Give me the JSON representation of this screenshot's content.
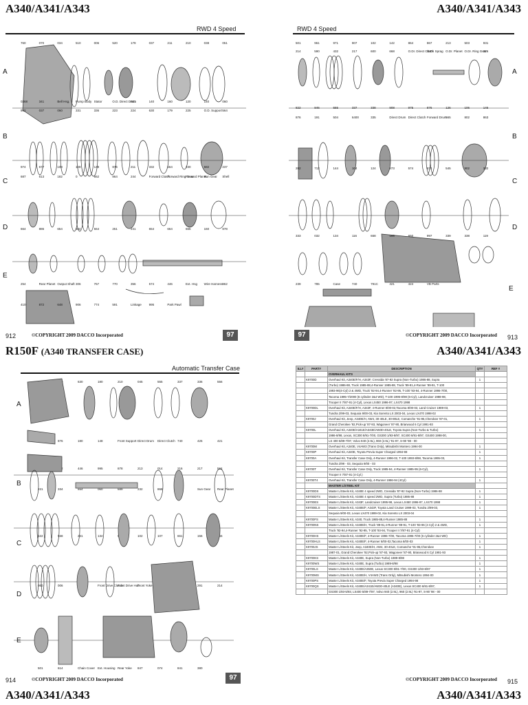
{
  "headers": {
    "left_top": "A340/A341/A343",
    "right_top": "A340/A341/A343",
    "left_mid": "R150F",
    "left_mid_sub": "(A340 TRANSFER CASE)",
    "right_mid": "A340/A341/A343",
    "left_bottom": "A340/A341/A343",
    "right_bottom": "A340/A341/A343"
  },
  "panels": {
    "top_left_title": "RWD 4 Speed",
    "top_right_title": "RWD 4 Speed",
    "bottom_left_title": "Automatic Transfer Case"
  },
  "rows_top_left": [
    "A",
    "B",
    "C",
    "D",
    "E"
  ],
  "rows_top_right": [
    "A",
    "B",
    "C",
    "D",
    "E"
  ],
  "rows_bottom_left": [
    "A",
    "B",
    "C",
    "D",
    "E"
  ],
  "part_labels": {
    "top_left": [
      "760",
      "070",
      "034",
      "510",
      "006",
      "520",
      "179",
      "037",
      "211",
      "210",
      "038",
      "051",
      "0368",
      "341",
      "Bell Hsg.",
      "Pump Body",
      "Stator",
      "O.D. Direct Drum",
      "801",
      "140",
      "160",
      "120",
      "140",
      "060",
      "562",
      "037",
      "060",
      "331",
      "336",
      "223",
      "224",
      "630",
      "179",
      "225",
      "O.D. Support",
      "564",
      "974",
      "677",
      "108",
      "128",
      "148",
      "876",
      "211",
      "332",
      "564",
      "230",
      "582",
      "237",
      "687",
      "613",
      "182",
      "0",
      "562",
      "864",
      "244",
      "Forward Clutch",
      "Forward Ring Gear",
      "Forward Planet",
      "Sun Gear",
      "Shell",
      "664",
      "886",
      "654",
      "664",
      "564",
      "251",
      "241",
      "654",
      "664",
      "665",
      "160",
      "878",
      "254",
      "Rear Planet",
      "Output Shaft",
      "306",
      "767",
      "770",
      "356",
      "574",
      "446",
      "Ext. Hsg",
      "Wire Harness",
      "962",
      "410",
      "872",
      "648",
      "906",
      "774",
      "591",
      "Linkage",
      "995",
      "Park Pawl"
    ],
    "top_right": [
      "501",
      "961",
      "971",
      "907",
      "102",
      "142",
      "864",
      "867",
      "213",
      "503",
      "931",
      "214",
      "590",
      "432",
      "217",
      "600",
      "668",
      "O.Dr. Direct Clutch",
      "O.Dr. Sprag",
      "O.Dr. Planet",
      "O.Dr. Ring Gear",
      "226",
      "822",
      "846",
      "555",
      "337",
      "338",
      "908",
      "975",
      "876",
      "126",
      "106",
      "146",
      "876",
      "191",
      "504",
      "6400",
      "335",
      "Direct Drum",
      "Direct Clutch",
      "Forward Drum",
      "565",
      "802",
      "863",
      "282",
      "713",
      "144",
      "104",
      "124",
      "673",
      "574",
      "872",
      "545",
      "902",
      "332",
      "333",
      "032",
      "134",
      "116",
      "658",
      "155",
      "650",
      "997",
      "339",
      "338",
      "119",
      "239",
      "785",
      "Case",
      "740",
      "791C",
      "421",
      "424",
      "VB Parts"
    ]
  },
  "part_labels_bottom_left": [
    "760",
    "030",
    "630",
    "180",
    "210",
    "045",
    "555",
    "337",
    "336",
    "556",
    "975",
    "876",
    "180",
    "148",
    "Front Support",
    "Direct Drum",
    "Direct Clutch",
    "740",
    "425",
    "421",
    "605",
    "412",
    "446",
    "995",
    "878",
    "213",
    "014",
    "216",
    "217",
    "584",
    "221",
    "334",
    "654",
    "060",
    "689",
    "232",
    "868",
    "154",
    "Sun Gear",
    "Rear Planet",
    "622",
    "568",
    "231",
    "134",
    "561",
    "102",
    "107",
    "661",
    "156",
    "565",
    "060",
    "006",
    "087",
    "Front Drive Clutch",
    "Front Drive Hub",
    "Front Yoke",
    "700",
    "778",
    "291",
    "214",
    "501",
    "614",
    "Chain Cover",
    "Ext. Housing",
    "Rear Yoke",
    "847",
    "074",
    "841",
    "380"
  ],
  "footer": {
    "left_page": "912",
    "left_copy": "©COPYRIGHT 2009 DACCO Incorporated",
    "left_badge": "97",
    "right_badge": "97",
    "right_copy": "©COPYRIGHT 2009 DACCO Incorporated",
    "right_page": "913",
    "bl_page": "914",
    "bl_copy": "©COPYRIGHT 2009 DACCO Incorporated",
    "bl_badge": "97",
    "br_copy": "©COPYRIGHT 2009 DACCO Incorporated",
    "br_page": "915"
  },
  "table": {
    "columns": [
      "ILL#",
      "PART#",
      "DESCRIPTION",
      "QTY",
      "REF #"
    ],
    "rows": [
      {
        "section": "OVERHAUL KITS"
      },
      {
        "ill": "",
        "part": "K9700D",
        "desc": "Overhaul Kit, A340E/F/H, A343F, Cressida '87-92 Supra (Non-Turbo) 1986-88, Supra",
        "qty": "1",
        "ref": ""
      },
      {
        "ill": "",
        "part": "",
        "desc": "(Turbo) 1986-88, Truck 1985-88,4-Runner 1985-88, Truck '89-91,4-Runner '89-91, T-100",
        "qty": "",
        "ref": ""
      },
      {
        "ill": "",
        "part": "",
        "desc": "1993-96(4-Cyl) 2 & 4WD, Truck '92-94,4-Runner '92-95, T-100 '93-94, 4-Runner 1996-7/00,",
        "qty": "",
        "ref": ""
      },
      {
        "ill": "",
        "part": "",
        "desc": "Tacoma 1995-7/2000 (6 cylinder 2&4 WD), T-100 1995-8/98 (6-Cyl), Landcruiser 1988-98,",
        "qty": "",
        "ref": ""
      },
      {
        "ill": "",
        "part": "",
        "desc": "Trooper II 7/87-91 (4-Cyl), Lexus LX450 1996-97, LX470 1998",
        "qty": "",
        "ref": ""
      },
      {
        "ill": "",
        "part": "K9700DL",
        "desc": "Overhaul Kit, A340E/F/H, A343F, 4-Runner 8/00-02,Tacoma 8/00-03, Land Cruiser 1989-03,",
        "qty": "1",
        "ref": ""
      },
      {
        "ill": "",
        "part": "",
        "desc": "Tundra 2/99-03, Sequoia 9/00-03, Kia Sorento LX 2003-04, Lexus LX470 1998-02",
        "qty": "",
        "ref": ""
      },
      {
        "ill": "",
        "part": "K9700J",
        "desc": "Overhaul Kit, Jeep, A340E/H, AW4, 30-40LE, 30-80LE, Comanche '91-95,Cherokee '87-01,",
        "qty": "1",
        "ref": ""
      },
      {
        "ill": "",
        "part": "",
        "desc": "Grand Cherokee '92,Pick-up '87-93, Wagoneer '87-90, Briarwood 6 Cyl 1991-93",
        "qty": "",
        "ref": ""
      },
      {
        "ill": "",
        "part": "K9700L",
        "desc": "Overhaul Kit, A340E/A341E/A343E/AW30-40LE, Toyota Supra (Non-Turbo & Turbo)",
        "qty": "1",
        "ref": ""
      },
      {
        "ill": "",
        "part": "",
        "desc": "1986-8/98, Lexus, SC300 8/91-7/00, GS300 1/93-8/97, SC400 6/91-8/97, GS400 1998-00,",
        "qty": "",
        "ref": ""
      },
      {
        "ill": "",
        "part": "",
        "desc": "LS 400 5/89-7/97, Volvo 940 (2.9L), 960 (2.9L) '91-97, S-90 '98 - 00",
        "qty": "",
        "ref": ""
      },
      {
        "ill": "",
        "part": "K9700M",
        "desc": "Overhaul Kit, A340E, V4AW3 (Trans Only), Mitsubishi Montero 1994-00",
        "qty": "1",
        "ref": ""
      },
      {
        "ill": "",
        "part": "K9700P",
        "desc": "Overhaul Kit, A340E, Toyota Previa Super Charged 1994-98",
        "qty": "1",
        "ref": ""
      },
      {
        "ill": "",
        "part": "K9700A",
        "desc": "Overhaul Kit, Transfer Case Only, 4-Runner 1996-02, T-100 1993-8/98, Tacoma 1995-03,",
        "qty": "1",
        "ref": ""
      },
      {
        "ill": "",
        "part": "",
        "desc": "Tundra 2/99 - 03, Sequoia 9/00 - 03",
        "qty": "",
        "ref": ""
      },
      {
        "ill": "",
        "part": "K9700T",
        "desc": "Overhaul Kit, Transfer Case Only, Truck 1985-94, 4-Runner 1985-95 (6-Cyl),",
        "qty": "1",
        "ref": ""
      },
      {
        "ill": "",
        "part": "",
        "desc": "Trooper II 7/87-91 (4-Cyl.)",
        "qty": "",
        "ref": ""
      },
      {
        "ill": "",
        "part": "K9700T4",
        "desc": "Overhaul Kit, Transfer Case Only, 4-Runner 1986-94 (4Cyl)",
        "qty": "1",
        "ref": ""
      },
      {
        "section": "MASTER L/STEEL KIT"
      },
      {
        "ill": "",
        "part": "K9700DS",
        "desc": "Master L/Steels Kit, A340E 4 speed 2WD, Cressida '87-92 Supra (Non-Turbo) 1986-88",
        "qty": "1",
        "ref": ""
      },
      {
        "ill": "",
        "part": "K9700DTS",
        "desc": "Master L/Steels Kit, A340E 4 speed 2WD, Supra (Turbo) 1986-88",
        "qty": "1",
        "ref": ""
      },
      {
        "ill": "",
        "part": "K9700ES",
        "desc": "Master L/Steels Kit, A343F, Landcruiser 1995-98, Lexus LX450 1996-97, LX470 1998",
        "qty": "1",
        "ref": ""
      },
      {
        "ill": "",
        "part": "K9700ELS",
        "desc": "Master L/Steels Kit, A340E/F, A343F, Toyota Land Cruiser 1999-03, Tundra 2/99-03,",
        "qty": "1",
        "ref": ""
      },
      {
        "ill": "",
        "part": "",
        "desc": "Sequoia 9/00-03, Lexus LX470 1999-02, Kia Sorento LX 2003-04",
        "qty": "",
        "ref": ""
      },
      {
        "ill": "",
        "part": "K9700FS",
        "desc": "Master L/Steels Kit, A340, Truck 1985-88,4-Runner 1985-88",
        "qty": "1",
        "ref": ""
      },
      {
        "ill": "",
        "part": "K9700NS",
        "desc": "Master L/Steels Kit, A340E/H, Truck '89-91,4-Runner '89-91, T-100 '93-96 (4 Cyl) 2 & 4WD,",
        "qty": "1",
        "ref": ""
      },
      {
        "ill": "",
        "part": "",
        "desc": "Truck '92-94,4-Runner '92-95, T-100 '93-94, Trooper II 7/87-91 (4-Cyl)",
        "qty": "",
        "ref": ""
      },
      {
        "ill": "",
        "part": "K9700HS",
        "desc": "Master L/Steels Kit, A340E/F, 4-Runner 1996-7/00, Tacoma 1995-7/00 (6 cylinder 2&4 WD)",
        "qty": "1",
        "ref": ""
      },
      {
        "ill": "",
        "part": "K9700HLS",
        "desc": "Master L/Steels Kit, A340E/F, 4-Runner 8/00-02,Tacoma 8/00-03",
        "qty": "1",
        "ref": ""
      },
      {
        "ill": "",
        "part": "K9700JS",
        "desc": "Master L/Steels Kit, Jeep, A340E/H, AW4, 30-40LE, Comanche '91-95,Cherokee",
        "qty": "1",
        "ref": ""
      },
      {
        "ill": "",
        "part": "",
        "desc": "1987-01, Grand Cherokee '92,Pick-up '87-93, Wagoneer '87-90, Briarwood 6 Cyl 1991-93",
        "qty": "",
        "ref": ""
      },
      {
        "ill": "",
        "part": "K9700KS",
        "desc": "Master L/Steels Kit, A340E, Supra (Non-Turbo) 1989-8/98",
        "qty": "1",
        "ref": ""
      },
      {
        "ill": "",
        "part": "K9700WS",
        "desc": "Master L/Steels Kit, A340E, Supra (Turbo) 1989-8/98",
        "qty": "1",
        "ref": ""
      },
      {
        "ill": "",
        "part": "K9700LS",
        "desc": "Master L/Steels Kit, A340E/A350E, Lexus SC300 8/91-7/00, GS300 1/93-8/97",
        "qty": "1",
        "ref": ""
      },
      {
        "ill": "",
        "part": "K9700MS",
        "desc": "Master L/Steels Kit, A340E/H, V4AW3 (Trans Only), Mitsubishi Montero 1994-00",
        "qty": "1",
        "ref": ""
      },
      {
        "ill": "",
        "part": "K9700PS",
        "desc": "Master L/Steels Kit, A340E/F, Toyota Previa Super Charged 1994-98",
        "qty": "1",
        "ref": ""
      },
      {
        "ill": "",
        "part": "K9700QS",
        "desc": "Master L/Steels Kit, A340E/A341E/AW30-40LE (A340E), Lexus SC400 6/91-8/97,",
        "qty": "1",
        "ref": ""
      },
      {
        "ill": "",
        "part": "",
        "desc": "GS300 1/93-5/93, LS400 5/89-7/97, Volvo 940 (2.9L), 960 (2.9L) '91-97, S-90 '98 - 00",
        "qty": "",
        "ref": ""
      }
    ]
  },
  "colors": {
    "ink": "#111111",
    "panel_bg": "#ffffff",
    "photo": "#8a8a8a",
    "section_bg": "#bdbdbd"
  }
}
